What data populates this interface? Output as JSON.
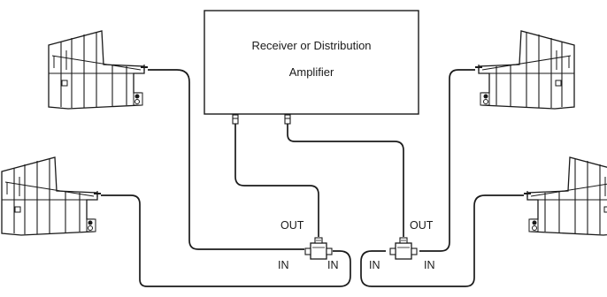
{
  "receiver": {
    "title_line1": "Receiver or Distribution",
    "title_line2": "Amplifier"
  },
  "splitter_left": {
    "out_label": "OUT",
    "in_left_label": "IN",
    "in_right_label": "IN"
  },
  "splitter_right": {
    "out_label": "OUT",
    "in_left_label": "IN",
    "in_right_label": "IN"
  },
  "antennas": [
    {
      "id": "top-left"
    },
    {
      "id": "bottom-left"
    },
    {
      "id": "top-right"
    },
    {
      "id": "bottom-right"
    }
  ],
  "colors": {
    "line": "#1a1a1a",
    "background": "#ffffff"
  }
}
